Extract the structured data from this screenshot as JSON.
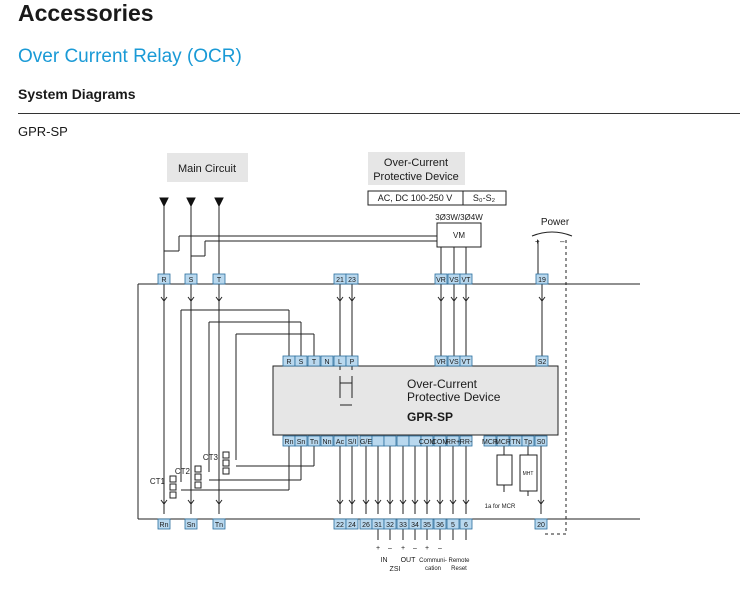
{
  "header": {
    "title": "Accessories",
    "subtitle": "Over Current Relay (OCR)",
    "section": "System Diagrams",
    "model": "GPR-SP"
  },
  "diagram": {
    "main_circuit_label": "Main Circuit",
    "ocr_box_line1": "Over-Current",
    "ocr_box_line2": "Protective Device",
    "voltage_label": "AC, DC 100-250 V",
    "s_terminals_label": "S₀-S₂",
    "vm_type_label": "3Ø3W/3Ø4W",
    "vm_label": "VM",
    "power_label": "Power",
    "power_plus": "+",
    "power_minus": "–",
    "device_line1": "Over-Current",
    "device_line2": "Protective Device",
    "device_model": "GPR-SP",
    "top_terminals": [
      "R",
      "S",
      "T",
      "21",
      "23",
      "VR",
      "VS",
      "VT",
      "19"
    ],
    "device_top_terminals": [
      "R",
      "S",
      "T",
      "N",
      "L",
      "P",
      "VR",
      "VS",
      "VT",
      "S2"
    ],
    "device_bottom_terminals": [
      "Rn",
      "Sn",
      "Tn",
      "Nn",
      "Ac",
      "S/I",
      "G/E",
      "",
      "",
      "",
      "",
      "COM",
      "COM",
      "RR+",
      "RR-",
      "MCR",
      "MCR",
      "TN",
      "Tp",
      "S0"
    ],
    "bottom_left_terminals": [
      "Rn",
      "Sn",
      "Tn"
    ],
    "bottom_terminals": [
      "22",
      "24",
      "26",
      "31",
      "32",
      "33",
      "34",
      "35",
      "36",
      "5",
      "6",
      "20"
    ],
    "ct_labels": [
      "CT1",
      "CT2",
      "CT3"
    ],
    "mcr_note": "1a for MCR",
    "mht_label": "MHT",
    "bottom_captions": {
      "in": "IN",
      "out": "OUT",
      "zsi": "ZSI",
      "communication": "Communi-\ncation",
      "remote_reset": "Remote\nReset"
    }
  }
}
